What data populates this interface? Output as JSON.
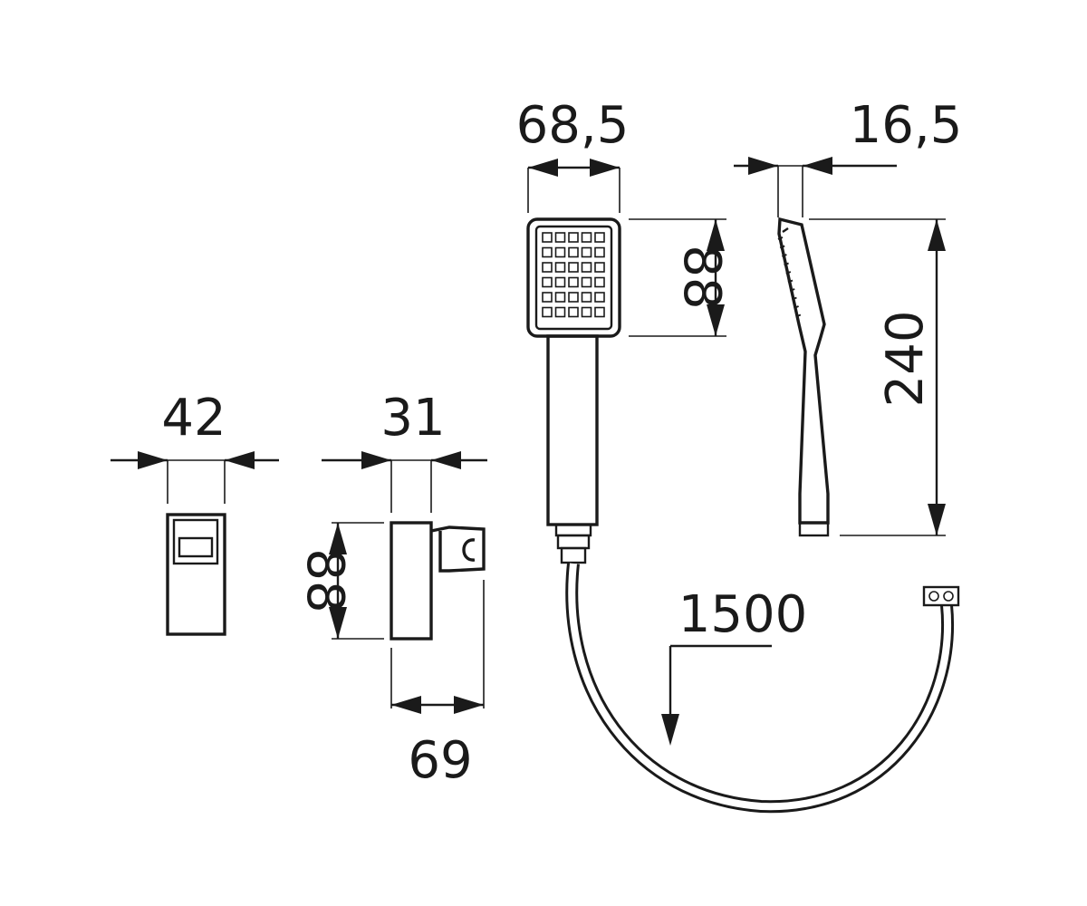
{
  "dimensions": {
    "wall_bracket_width": "42",
    "holder_depth": "31",
    "holder_height": "88",
    "holder_projection": "69",
    "head_width": "68,5",
    "head_height": "88",
    "shower_length": "240",
    "profile_thickness": "16,5",
    "hose_length": "1500"
  },
  "colors": {
    "line": "#1a1a1a",
    "background": "#ffffff"
  }
}
